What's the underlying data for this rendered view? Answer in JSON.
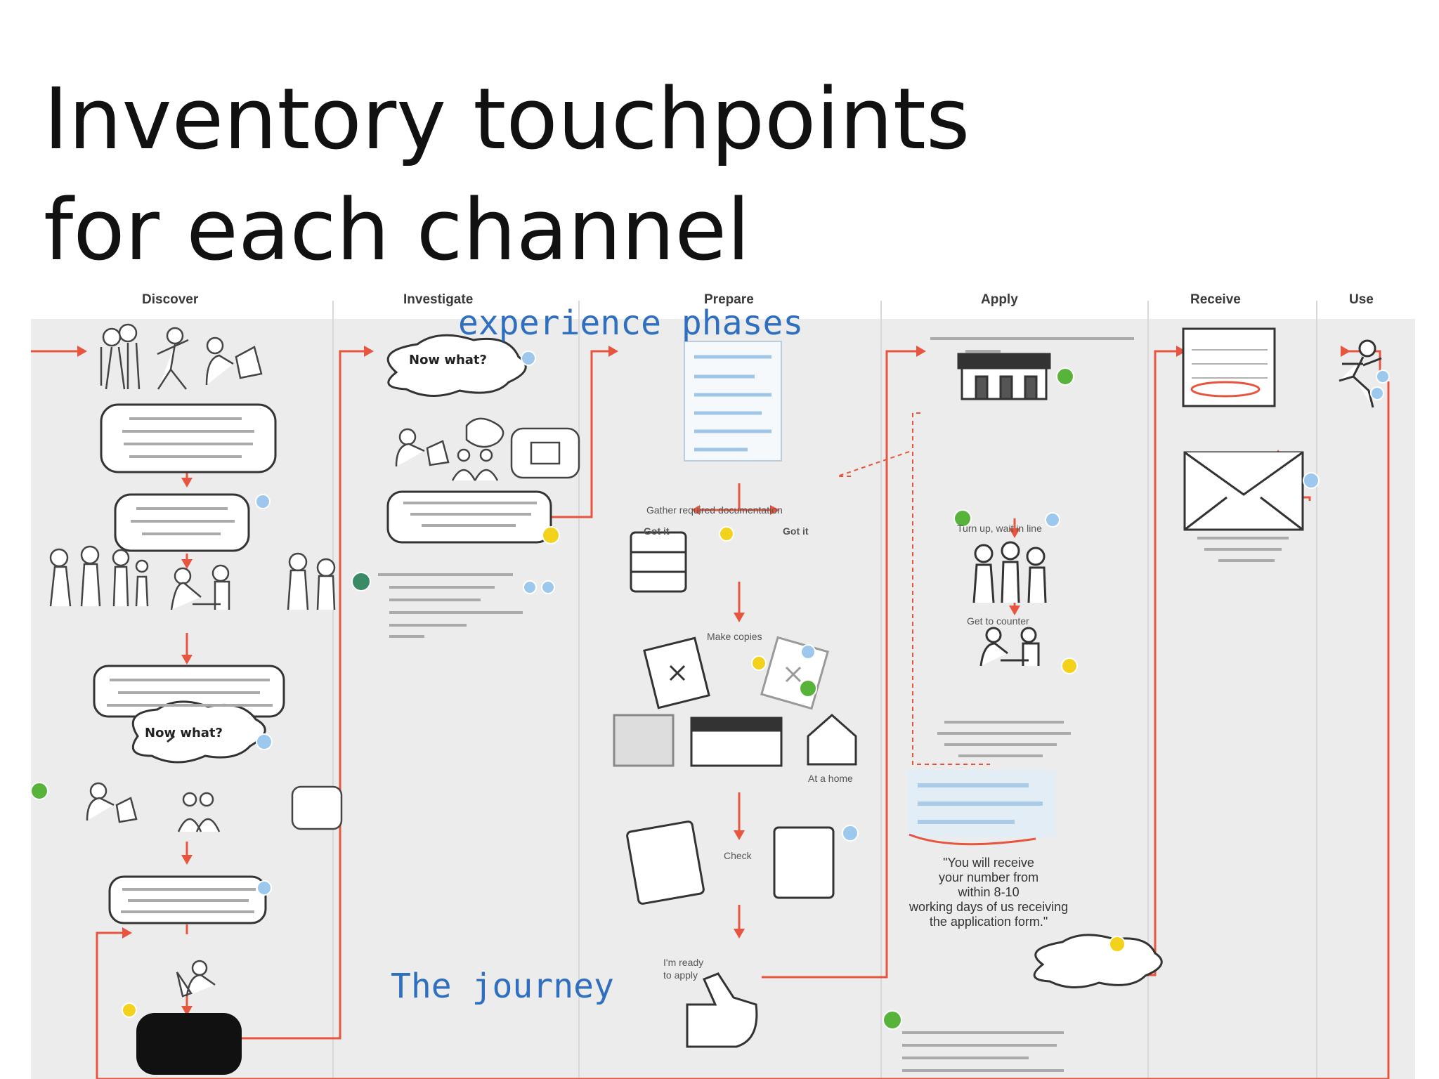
{
  "slide": {
    "title_lines": [
      "Inventory touchpoints",
      "for each channel"
    ]
  },
  "phases": [
    "Discover",
    "Investigate",
    "Prepare",
    "Apply",
    "Receive",
    "Use"
  ],
  "annotations": {
    "experience_phases": "experience phases",
    "journey": "The journey"
  },
  "bubbles": {
    "now_what": "Now what?"
  },
  "steps": {
    "gather": "Gather required documentation",
    "got_it_find": "Got it",
    "got_it_seek": "Got it",
    "make_copies": "Make copies",
    "check": "Check",
    "turn_up": "Turn up, wait in line",
    "get_to_counter": "Get to counter",
    "at_a_home": "At a home",
    "im_ready": "I'm ready",
    "to_apply": "to apply"
  },
  "quote_lines": [
    "\"You will receive",
    "your      number from",
    "within 8-10",
    "working days of us receiving",
    "the application form.\""
  ],
  "colors": {
    "flow": "#e8553e",
    "band": "#ececec",
    "annotation": "#2f6fc0",
    "badge_yellow": "#f2d21b",
    "badge_green": "#58b33b",
    "badge_blue": "#9cc8ee"
  }
}
